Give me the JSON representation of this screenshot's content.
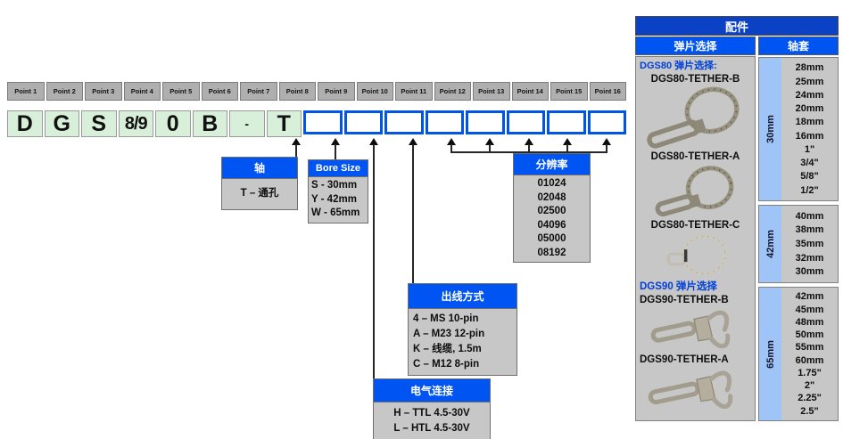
{
  "points": [
    "Point 1",
    "Point 2",
    "Point 3",
    "Point 4",
    "Point 5",
    "Point 6",
    "Point 7",
    "Point 8",
    "Point 9",
    "Point 10",
    "Point 11",
    "Point 12",
    "Point 13",
    "Point 14",
    "Point 15",
    "Point 16"
  ],
  "code_letters": [
    "D",
    "G",
    "S",
    "8/9",
    "0",
    "B",
    "-",
    "T"
  ],
  "callouts": {
    "shaft": {
      "title": "轴",
      "items": [
        "T – 通孔"
      ]
    },
    "bore_size": {
      "title": "Bore Size",
      "items": [
        "S - 30mm",
        "Y - 42mm",
        "W - 65mm"
      ]
    },
    "resolution": {
      "title": "分辨率",
      "items": [
        "01024",
        "02048",
        "02500",
        "04096",
        "05000",
        "08192"
      ]
    },
    "cable_outlet": {
      "title": "出线方式",
      "items": [
        "4 – MS 10-pin",
        "A – M23 12-pin",
        "K – 线缆, 1.5m",
        "C – M12 8-pin"
      ]
    },
    "electrical": {
      "title": "电气连接",
      "items": [
        "H – TTL 4.5-30V",
        "L – HTL 4.5-30V"
      ]
    }
  },
  "accessories": {
    "title": "配件",
    "columns": {
      "tether": "弹片选择",
      "sleeve": "轴套"
    },
    "dgs80_heading": "DGS80 弹片选择:",
    "dgs90_heading": "DGS90 弹片选择",
    "dgs80_tethers": [
      "DGS80-TETHER-B",
      "DGS80-TETHER-A",
      "DGS80-TETHER-C"
    ],
    "dgs90_tethers": [
      "DGS90-TETHER-B",
      "DGS90-TETHER-A"
    ],
    "sleeve_groups": [
      {
        "bore": "30mm",
        "sizes": [
          "28mm",
          "25mm",
          "24mm",
          "20mm",
          "18mm",
          "16mm",
          "1\"",
          "3/4\"",
          "5/8\"",
          "1/2\""
        ]
      },
      {
        "bore": "42mm",
        "sizes": [
          "40mm",
          "38mm",
          "35mm",
          "32mm",
          "30mm"
        ]
      },
      {
        "bore": "65mm",
        "sizes": [
          "42mm",
          "45mm",
          "48mm",
          "50mm",
          "55mm",
          "60mm",
          "1.75\"",
          "2\"",
          "2.25\"",
          "2.5\""
        ]
      }
    ]
  },
  "colors": {
    "accent_blue": "#0055F2",
    "header_dark_blue": "#0B41C4",
    "band_light_blue": "#9FC5F8",
    "code_box_green": "#D8EFD9",
    "code_box_border_blue": "#0055E6",
    "panel_gray": "#C7C7C7",
    "dgs_label_blue": "#0040D8"
  }
}
